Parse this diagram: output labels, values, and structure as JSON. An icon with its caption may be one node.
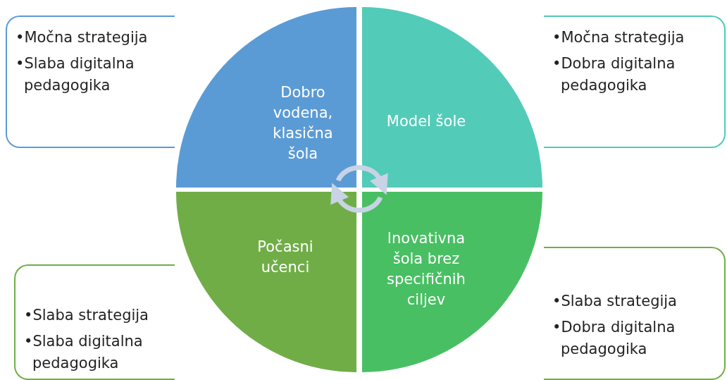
{
  "diagram": {
    "nodes": [
      {
        "text": [
          "•Močna strategija",
          "•Slaba digitalna pedagogika"
        ]
      },
      {
        "text": [
          "•Močna strategija",
          "•Dobra digitalna pedagogika"
        ]
      },
      {
        "text": [
          "Dobro vodena, klasična šola"
        ]
      },
      {
        "text": [
          "Model šole"
        ]
      },
      {
        "text": [
          "Počasni učenci"
        ]
      },
      {
        "text": [
          "Inovativna šola brez specifičnih ciljev"
        ]
      },
      {
        "text": [
          "•Slaba strategija",
          "•Dobra digitalna pedagogika"
        ]
      },
      {
        "text": [
          "•Slaba strategija",
          "•Slaba digitalna pedagogika"
        ]
      }
    ],
    "edges": [
      {
        "from": 2,
        "to": 3,
        "arrow": "to"
      },
      {
        "from": 5,
        "to": 4,
        "arrow": "to"
      }
    ]
  }
}
